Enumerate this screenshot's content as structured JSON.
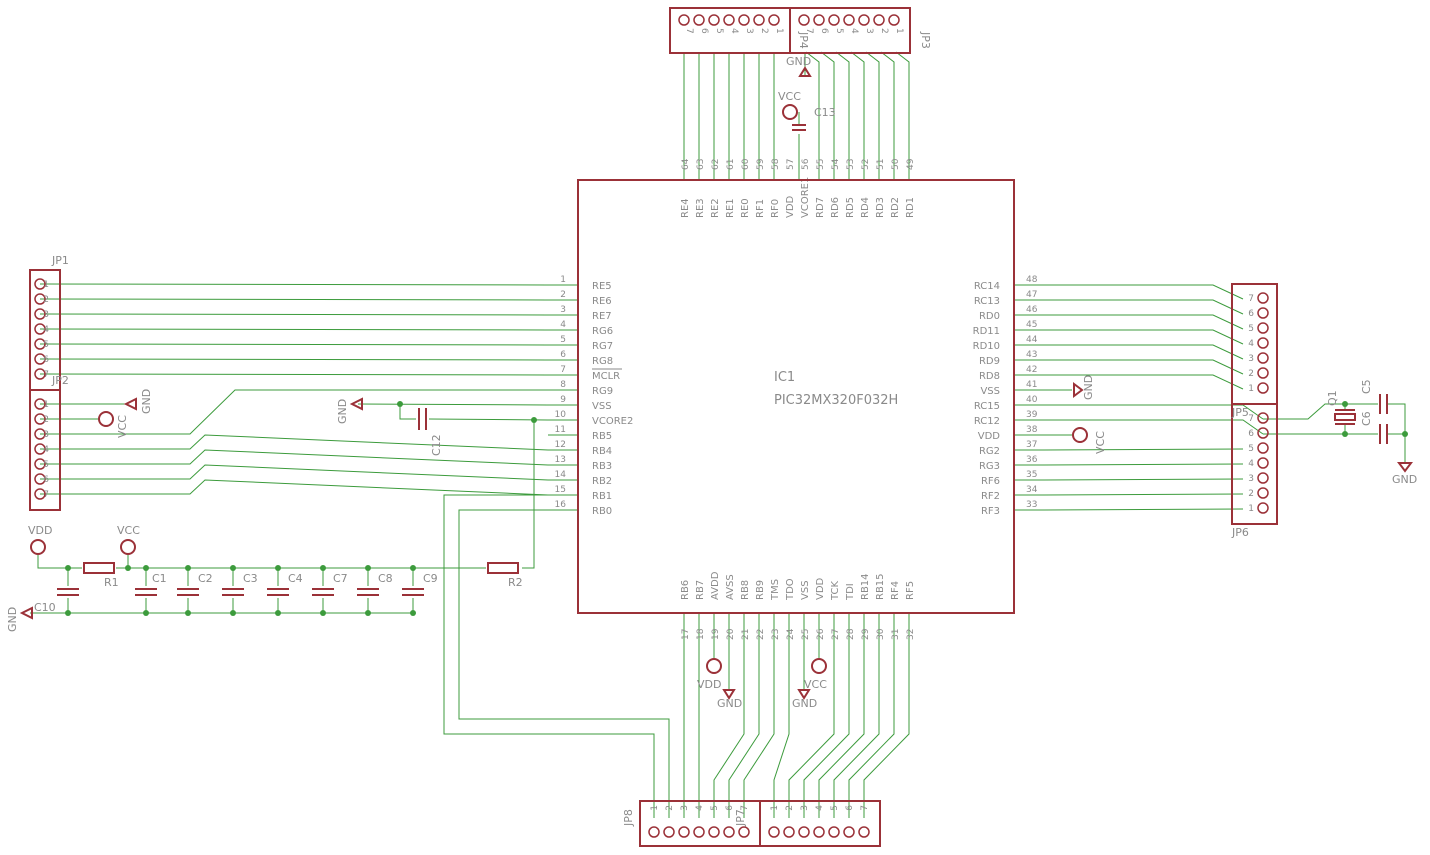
{
  "ic": {
    "name": "IC1",
    "value": "PIC32MX320F032H",
    "left_pins": [
      {
        "n": "1",
        "name": "RE5"
      },
      {
        "n": "2",
        "name": "RE6"
      },
      {
        "n": "3",
        "name": "RE7"
      },
      {
        "n": "4",
        "name": "RG6"
      },
      {
        "n": "5",
        "name": "RG7"
      },
      {
        "n": "6",
        "name": "RG8"
      },
      {
        "n": "7",
        "name": "MCLR"
      },
      {
        "n": "8",
        "name": "RG9"
      },
      {
        "n": "9",
        "name": "VSS"
      },
      {
        "n": "10",
        "name": "VCORE2"
      },
      {
        "n": "11",
        "name": "RB5"
      },
      {
        "n": "12",
        "name": "RB4"
      },
      {
        "n": "13",
        "name": "RB3"
      },
      {
        "n": "14",
        "name": "RB2"
      },
      {
        "n": "15",
        "name": "RB1"
      },
      {
        "n": "16",
        "name": "RB0"
      }
    ],
    "right_pins": [
      {
        "n": "48",
        "name": "RC14"
      },
      {
        "n": "47",
        "name": "RC13"
      },
      {
        "n": "46",
        "name": "RD0"
      },
      {
        "n": "45",
        "name": "RD11"
      },
      {
        "n": "44",
        "name": "RD10"
      },
      {
        "n": "43",
        "name": "RD9"
      },
      {
        "n": "42",
        "name": "RD8"
      },
      {
        "n": "41",
        "name": "VSS"
      },
      {
        "n": "40",
        "name": "RC15"
      },
      {
        "n": "39",
        "name": "RC12"
      },
      {
        "n": "38",
        "name": "VDD"
      },
      {
        "n": "37",
        "name": "RG2"
      },
      {
        "n": "36",
        "name": "RG3"
      },
      {
        "n": "35",
        "name": "RF6"
      },
      {
        "n": "34",
        "name": "RF2"
      },
      {
        "n": "33",
        "name": "RF3"
      }
    ],
    "top_pins": [
      {
        "n": "64",
        "name": "RE4"
      },
      {
        "n": "63",
        "name": "RE3"
      },
      {
        "n": "62",
        "name": "RE2"
      },
      {
        "n": "61",
        "name": "RE1"
      },
      {
        "n": "60",
        "name": "RE0"
      },
      {
        "n": "59",
        "name": "RF1"
      },
      {
        "n": "58",
        "name": "RF0"
      },
      {
        "n": "57",
        "name": "VDD"
      },
      {
        "n": "56",
        "name": "VCORE1"
      },
      {
        "n": "55",
        "name": "RD7"
      },
      {
        "n": "54",
        "name": "RD6"
      },
      {
        "n": "53",
        "name": "RD5"
      },
      {
        "n": "52",
        "name": "RD4"
      },
      {
        "n": "51",
        "name": "RD3"
      },
      {
        "n": "50",
        "name": "RD2"
      },
      {
        "n": "49",
        "name": "RD1"
      }
    ],
    "bottom_pins": [
      {
        "n": "17",
        "name": "RB6"
      },
      {
        "n": "18",
        "name": "RB7"
      },
      {
        "n": "19",
        "name": "AVDD"
      },
      {
        "n": "20",
        "name": "AVSS"
      },
      {
        "n": "21",
        "name": "RB8"
      },
      {
        "n": "22",
        "name": "RB9"
      },
      {
        "n": "23",
        "name": "TMS"
      },
      {
        "n": "24",
        "name": "TDO"
      },
      {
        "n": "25",
        "name": "VSS"
      },
      {
        "n": "26",
        "name": "VDD"
      },
      {
        "n": "27",
        "name": "TCK"
      },
      {
        "n": "28",
        "name": "TDI"
      },
      {
        "n": "29",
        "name": "RB14"
      },
      {
        "n": "30",
        "name": "RB15"
      },
      {
        "n": "31",
        "name": "RF4"
      },
      {
        "n": "32",
        "name": "RF5"
      }
    ]
  },
  "headers": {
    "jp1": {
      "name": "JP1",
      "pins": [
        "1",
        "2",
        "3",
        "4",
        "5",
        "6",
        "7"
      ]
    },
    "jp2": {
      "name": "JP2",
      "pins": [
        "1",
        "2",
        "3",
        "4",
        "5",
        "6",
        "7"
      ]
    },
    "jp3": {
      "name": "JP3",
      "pins": [
        "1",
        "2",
        "3",
        "4",
        "5",
        "6",
        "7"
      ]
    },
    "jp4": {
      "name": "JP4",
      "pins": [
        "1",
        "2",
        "3",
        "4",
        "5",
        "6",
        "7"
      ]
    },
    "jp5": {
      "name": "JP5",
      "pins": [
        "1",
        "2",
        "3",
        "4",
        "5",
        "6",
        "7"
      ]
    },
    "jp6": {
      "name": "JP6",
      "pins": [
        "1",
        "2",
        "3",
        "4",
        "5",
        "6",
        "7"
      ]
    },
    "jp7": {
      "name": "JP7",
      "pins": [
        "1",
        "2",
        "3",
        "4",
        "5",
        "6",
        "7"
      ]
    },
    "jp8": {
      "name": "JP8",
      "pins": [
        "1",
        "2",
        "3",
        "4",
        "5",
        "6",
        "7"
      ]
    }
  },
  "power": {
    "gnd": "GND",
    "vcc": "VCC",
    "vdd": "VDD"
  },
  "parts": {
    "c1": "C1",
    "c2": "C2",
    "c3": "C3",
    "c4": "C4",
    "c5": "C5",
    "c6": "C6",
    "c7": "C7",
    "c8": "C8",
    "c9": "C9",
    "c10": "C10",
    "c12": "C12",
    "c13": "C13",
    "r1": "R1",
    "r2": "R2",
    "q1": "Q1"
  },
  "colors": {
    "part": "#9b3138",
    "wire": "#3c9b3c",
    "text": "#8a8a8a",
    "background": "#ffffff"
  }
}
